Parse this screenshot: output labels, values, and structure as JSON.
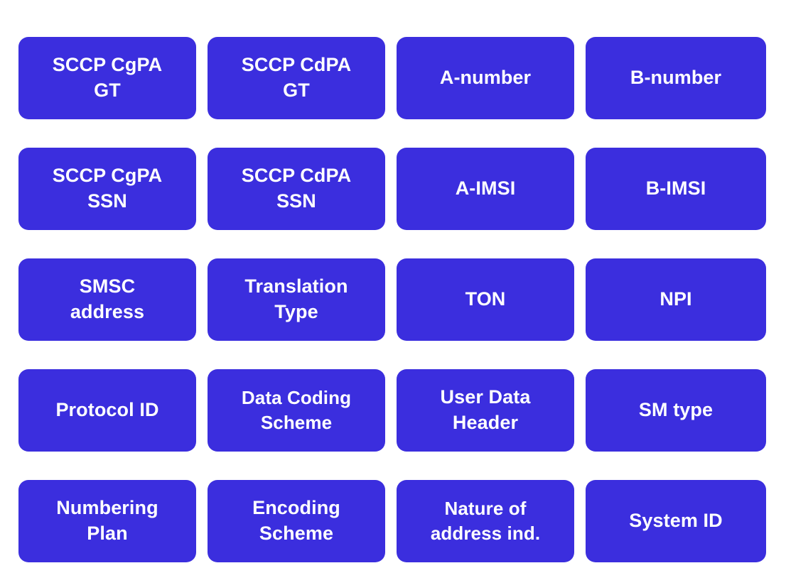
{
  "page": {
    "title": "Signalling parameter cards",
    "background_color": "#FFFFFF",
    "card_color": "#3B2EDE",
    "card_text_color": "#FFFFFF",
    "columns": 4,
    "rows": 5
  },
  "cards": [
    {
      "id": "sccp-cgpa-gt",
      "label": "SCCP CgPA\nGT",
      "row": 1,
      "col": 1
    },
    {
      "id": "sccp-cdpa-gt",
      "label": "SCCP CdPA\nGT",
      "row": 1,
      "col": 2
    },
    {
      "id": "a-number",
      "label": "A-number",
      "row": 1,
      "col": 3
    },
    {
      "id": "b-number",
      "label": "B-number",
      "row": 1,
      "col": 4
    },
    {
      "id": "sccp-cgpa-ssn",
      "label": "SCCP CgPA\nSSN",
      "row": 2,
      "col": 1
    },
    {
      "id": "sccp-cdpa-ssn",
      "label": "SCCP CdPA\nSSN",
      "row": 2,
      "col": 2
    },
    {
      "id": "a-imsi",
      "label": "A-IMSI",
      "row": 2,
      "col": 3
    },
    {
      "id": "b-imsi",
      "label": "B-IMSI",
      "row": 2,
      "col": 4
    },
    {
      "id": "smsc-address",
      "label": "SMSC\naddress",
      "row": 3,
      "col": 1
    },
    {
      "id": "translation-type",
      "label": "Translation\nType",
      "row": 3,
      "col": 2
    },
    {
      "id": "ton",
      "label": "TON",
      "row": 3,
      "col": 3
    },
    {
      "id": "npi",
      "label": "NPI",
      "row": 3,
      "col": 4
    },
    {
      "id": "protocol-id",
      "label": "Protocol ID",
      "row": 4,
      "col": 1
    },
    {
      "id": "data-coding-scheme",
      "label": "Data Coding\nScheme",
      "row": 4,
      "col": 2
    },
    {
      "id": "user-data-header",
      "label": "User Data\nHeader",
      "row": 4,
      "col": 3
    },
    {
      "id": "sm-type",
      "label": "SM type",
      "row": 4,
      "col": 4
    },
    {
      "id": "numbering-plan",
      "label": "Numbering\nPlan",
      "row": 5,
      "col": 1
    },
    {
      "id": "encoding-scheme",
      "label": "Encoding\nScheme",
      "row": 5,
      "col": 2
    },
    {
      "id": "nature-of-address-ind",
      "label": "Nature of\naddress ind.",
      "row": 5,
      "col": 3
    },
    {
      "id": "system-id",
      "label": "System ID",
      "row": 5,
      "col": 4
    }
  ]
}
